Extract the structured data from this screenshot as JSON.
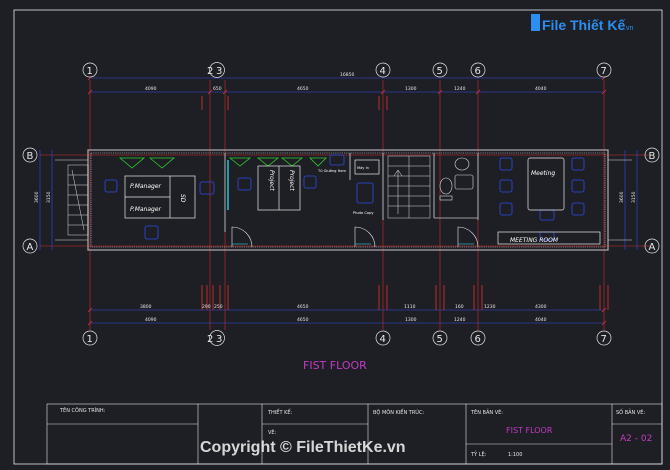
{
  "logo": {
    "text": "File Thiết Kế",
    "suffix": ".vn"
  },
  "grid_top": [
    "1",
    "2",
    "3",
    "4",
    "5",
    "6",
    "7"
  ],
  "grid_side": [
    "B",
    "A"
  ],
  "dims": {
    "overall": "16850",
    "top_chain": [
      "4090",
      "650",
      "4650",
      "1300",
      "1240",
      "4040"
    ],
    "bottom_chain_1": [
      "3800",
      "290",
      "250",
      "4650",
      "1110",
      "160",
      "1230",
      "4300"
    ],
    "bottom_chain_2": [
      "4090",
      "4650",
      "1300",
      "1240",
      "4040"
    ],
    "left": [
      "3600",
      "3150"
    ],
    "right": [
      "3600",
      "3150"
    ]
  },
  "rooms": {
    "manager_1": "P.Manager",
    "manager_2": "P.Manager",
    "sd": "SD",
    "project_1": "Project",
    "project_2": "Project",
    "cabinet": "Tủ Giường Ham",
    "equipment": "Máy In",
    "photo": "Photo Copy",
    "meeting_room": "MEETING ROOM",
    "meeting_table": "Meeting"
  },
  "plan_title": "FIST FLOOR",
  "title_block": {
    "project_label": "TÊN CÔNG TRÌNH:",
    "designer_label": "THIẾT KẾ:",
    "drawn_label": "VẼ:",
    "host_label": "BỘ MÔN KIẾN TRÚC:",
    "sheet_name_label": "TÊN BẢN VẼ:",
    "sheet_name": "FIST FLOOR",
    "scale_label": "TỶ LỆ:",
    "scale": "1:100",
    "sheet_no_label": "SỐ BẢN VẼ:",
    "sheet_no": "A2 - 02"
  },
  "watermark": "Copyright © FileThietKe.vn"
}
